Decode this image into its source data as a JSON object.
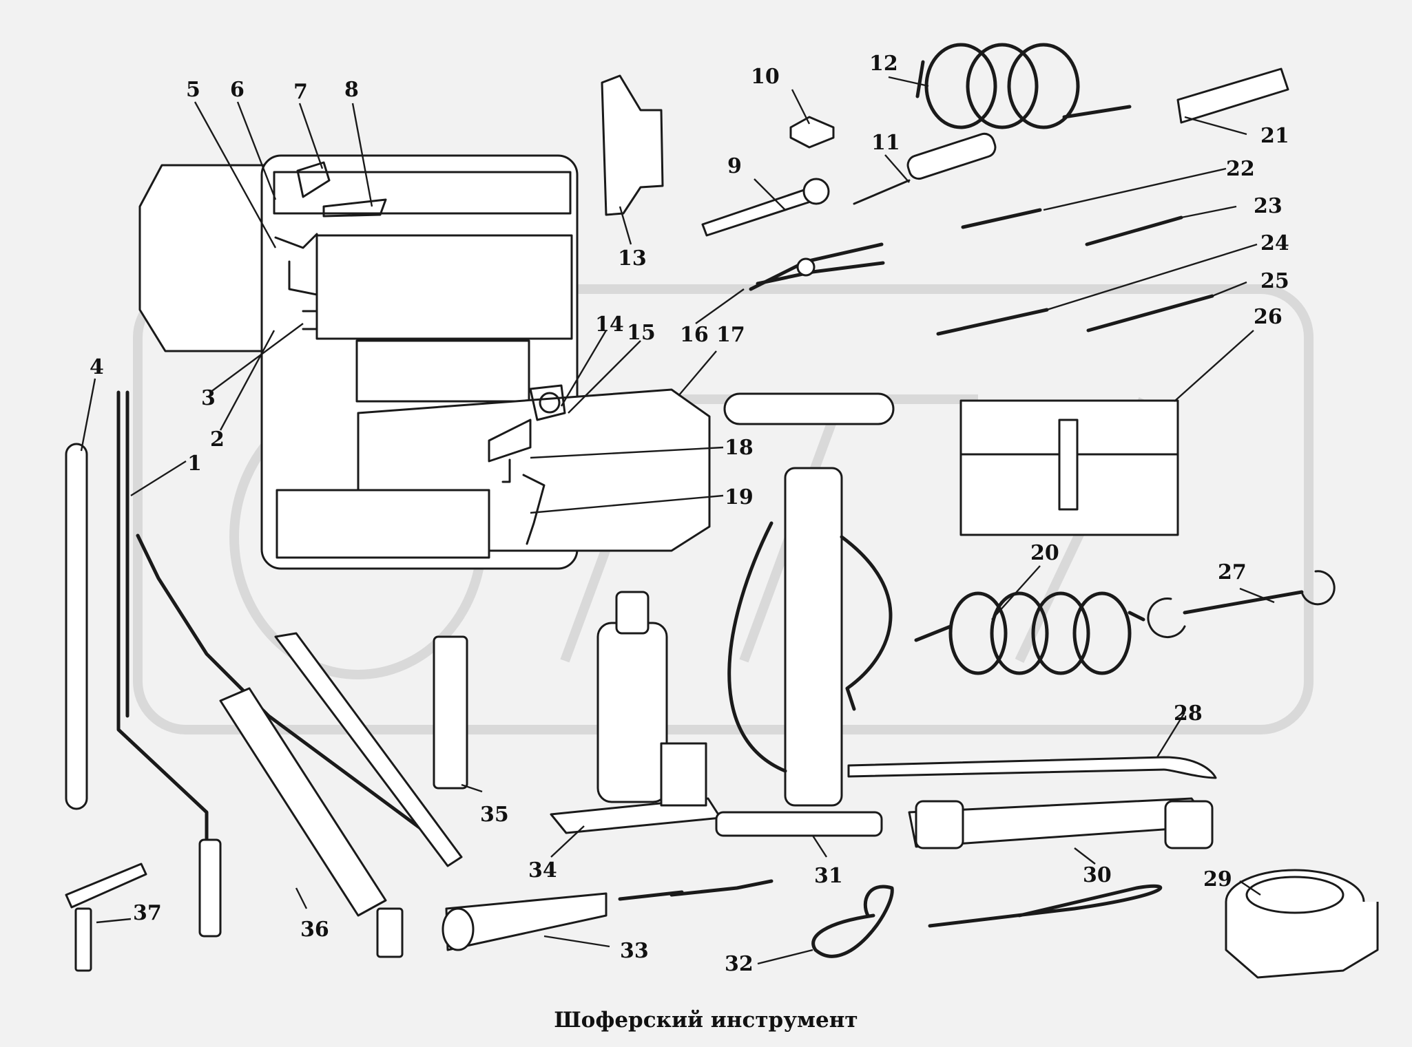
{
  "caption": "Шоферский инструмент",
  "callouts": [
    {
      "id": "1",
      "text": "1"
    },
    {
      "id": "2",
      "text": "2"
    },
    {
      "id": "3",
      "text": "3"
    },
    {
      "id": "4",
      "text": "4"
    },
    {
      "id": "5",
      "text": "5"
    },
    {
      "id": "6",
      "text": "6"
    },
    {
      "id": "7",
      "text": "7"
    },
    {
      "id": "8",
      "text": "8"
    },
    {
      "id": "9",
      "text": "9"
    },
    {
      "id": "10",
      "text": "10"
    },
    {
      "id": "11",
      "text": "11"
    },
    {
      "id": "12",
      "text": "12"
    },
    {
      "id": "13",
      "text": "13"
    },
    {
      "id": "14",
      "text": "14"
    },
    {
      "id": "15",
      "text": "15"
    },
    {
      "id": "16",
      "text": "16"
    },
    {
      "id": "17",
      "text": "17"
    },
    {
      "id": "18",
      "text": "18"
    },
    {
      "id": "19",
      "text": "19"
    },
    {
      "id": "20",
      "text": "20"
    },
    {
      "id": "21",
      "text": "21"
    },
    {
      "id": "22",
      "text": "22"
    },
    {
      "id": "23",
      "text": "23"
    },
    {
      "id": "24",
      "text": "24"
    },
    {
      "id": "25",
      "text": "25"
    },
    {
      "id": "26",
      "text": "26"
    },
    {
      "id": "27",
      "text": "27"
    },
    {
      "id": "28",
      "text": "28"
    },
    {
      "id": "29",
      "text": "29"
    },
    {
      "id": "30",
      "text": "30"
    },
    {
      "id": "31",
      "text": "31"
    },
    {
      "id": "32",
      "text": "32"
    },
    {
      "id": "33",
      "text": "33"
    },
    {
      "id": "34",
      "text": "34"
    },
    {
      "id": "35",
      "text": "35"
    },
    {
      "id": "36",
      "text": "36"
    },
    {
      "id": "37",
      "text": "37"
    }
  ],
  "colors": {
    "ink": "#1a1a1a",
    "background": "#f2f2f2",
    "watermark": "#d9d9d9"
  }
}
